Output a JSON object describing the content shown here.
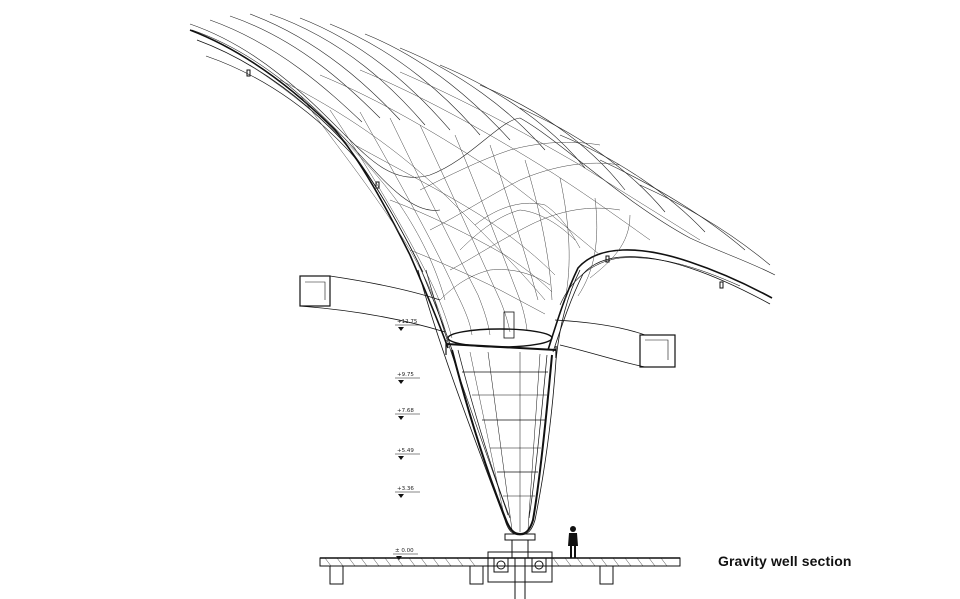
{
  "caption": "Gravity well section",
  "levels": [
    {
      "label": "+12.75"
    },
    {
      "label": "+9.75"
    },
    {
      "label": "+7.68"
    },
    {
      "label": "+5.49"
    },
    {
      "label": "+3.36"
    },
    {
      "label": "± 0.00"
    }
  ],
  "colors": {
    "ink": "#111111",
    "fine": "#555555",
    "paper": "#ffffff"
  }
}
